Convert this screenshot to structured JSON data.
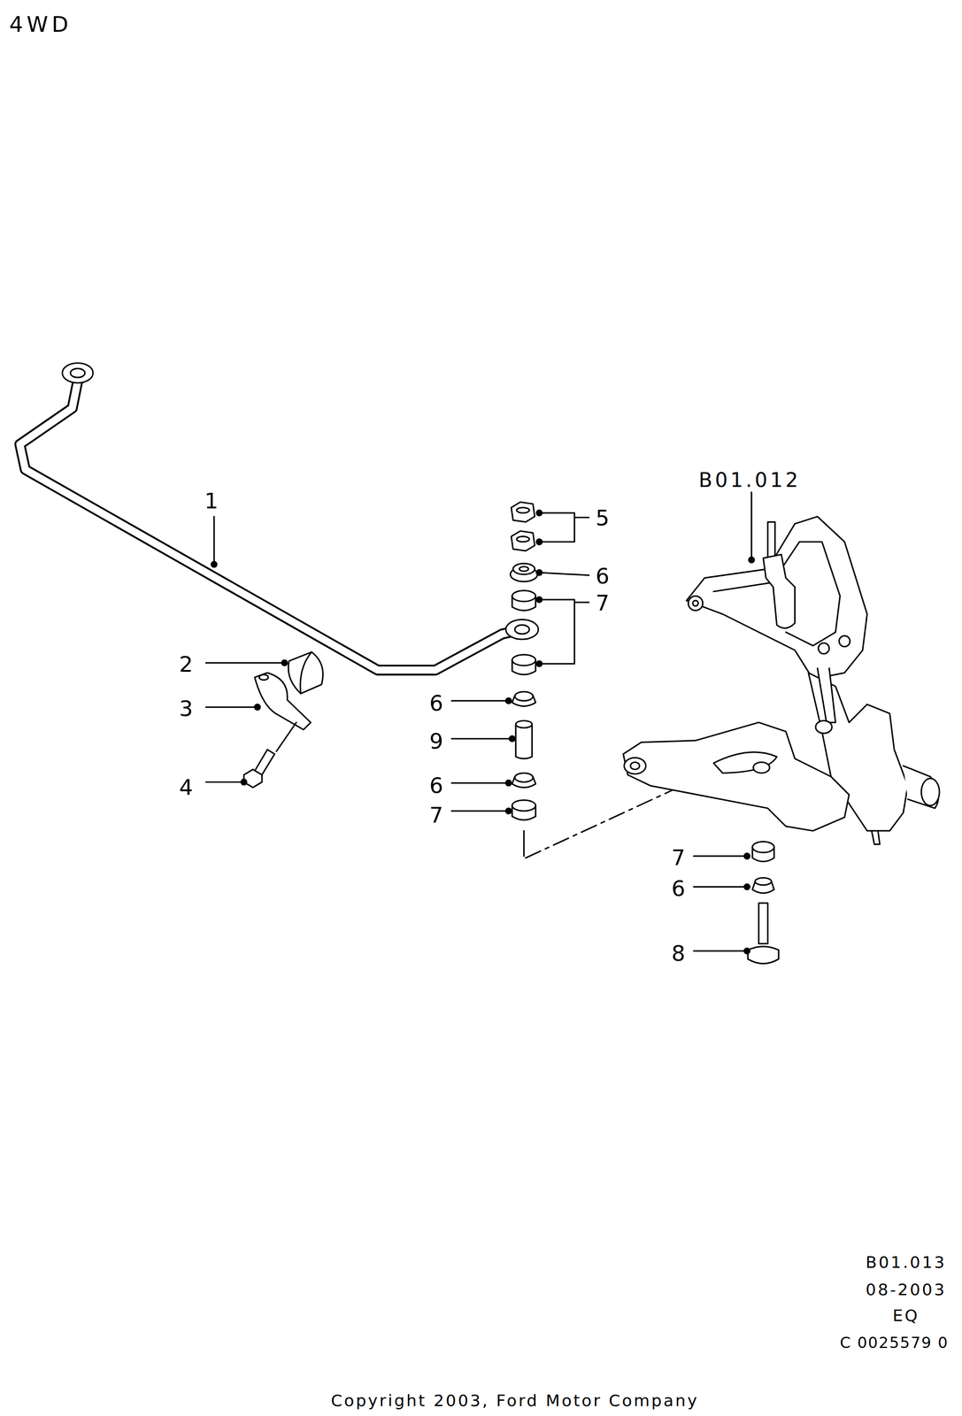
{
  "diagram": {
    "labels": [
      "4WD",
      "B01.012",
      "1",
      "5",
      "6",
      "7",
      "2",
      "3",
      "6",
      "9",
      "4",
      "6",
      "7",
      "7",
      "6",
      "8",
      "B01.013",
      "08-2003",
      "EQ",
      "C 0025579 0",
      "Copyright 2003, Ford Motor Company"
    ]
  }
}
